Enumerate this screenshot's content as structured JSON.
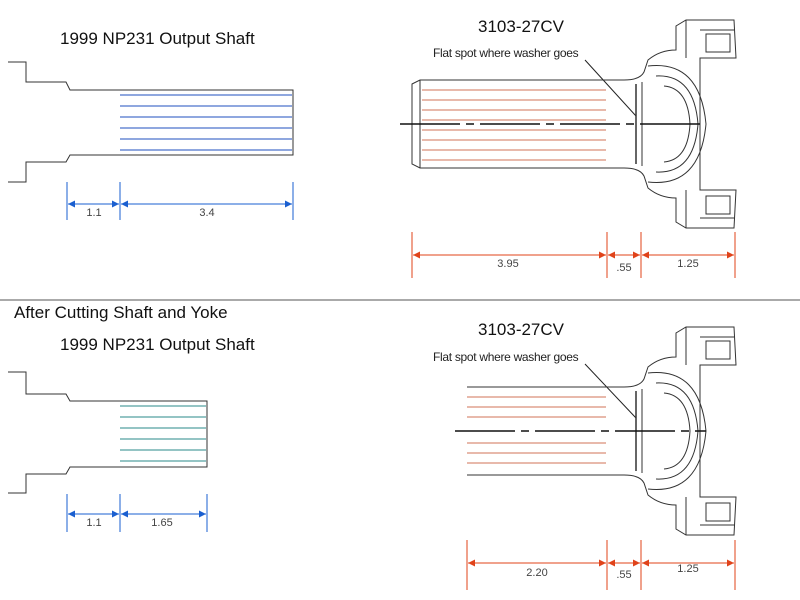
{
  "top": {
    "shaft_title": "1999 NP231 Output Shaft",
    "yoke_title": "3103-27CV",
    "note": "Flat spot where washer goes",
    "shaft_dims": [
      "1.1",
      "3.4"
    ],
    "yoke_dims": [
      "3.95",
      ".55",
      "1.25"
    ]
  },
  "bottom": {
    "section_title": "After Cutting Shaft and Yoke",
    "shaft_title": "1999 NP231 Output Shaft",
    "yoke_title": "3103-27CV",
    "note": "Flat spot where washer goes",
    "shaft_dims": [
      "1.1",
      "1.65"
    ],
    "yoke_dims": [
      "2.20",
      ".55",
      "1.25"
    ]
  },
  "colors": {
    "line": "#333333",
    "spline_blue": "#1f4fbf",
    "spline_teal": "#2a8a8a",
    "spline_red": "#c0451f",
    "dim_blue": "#1a5fd0",
    "dim_red": "#e0431a",
    "divider": "#555555"
  }
}
